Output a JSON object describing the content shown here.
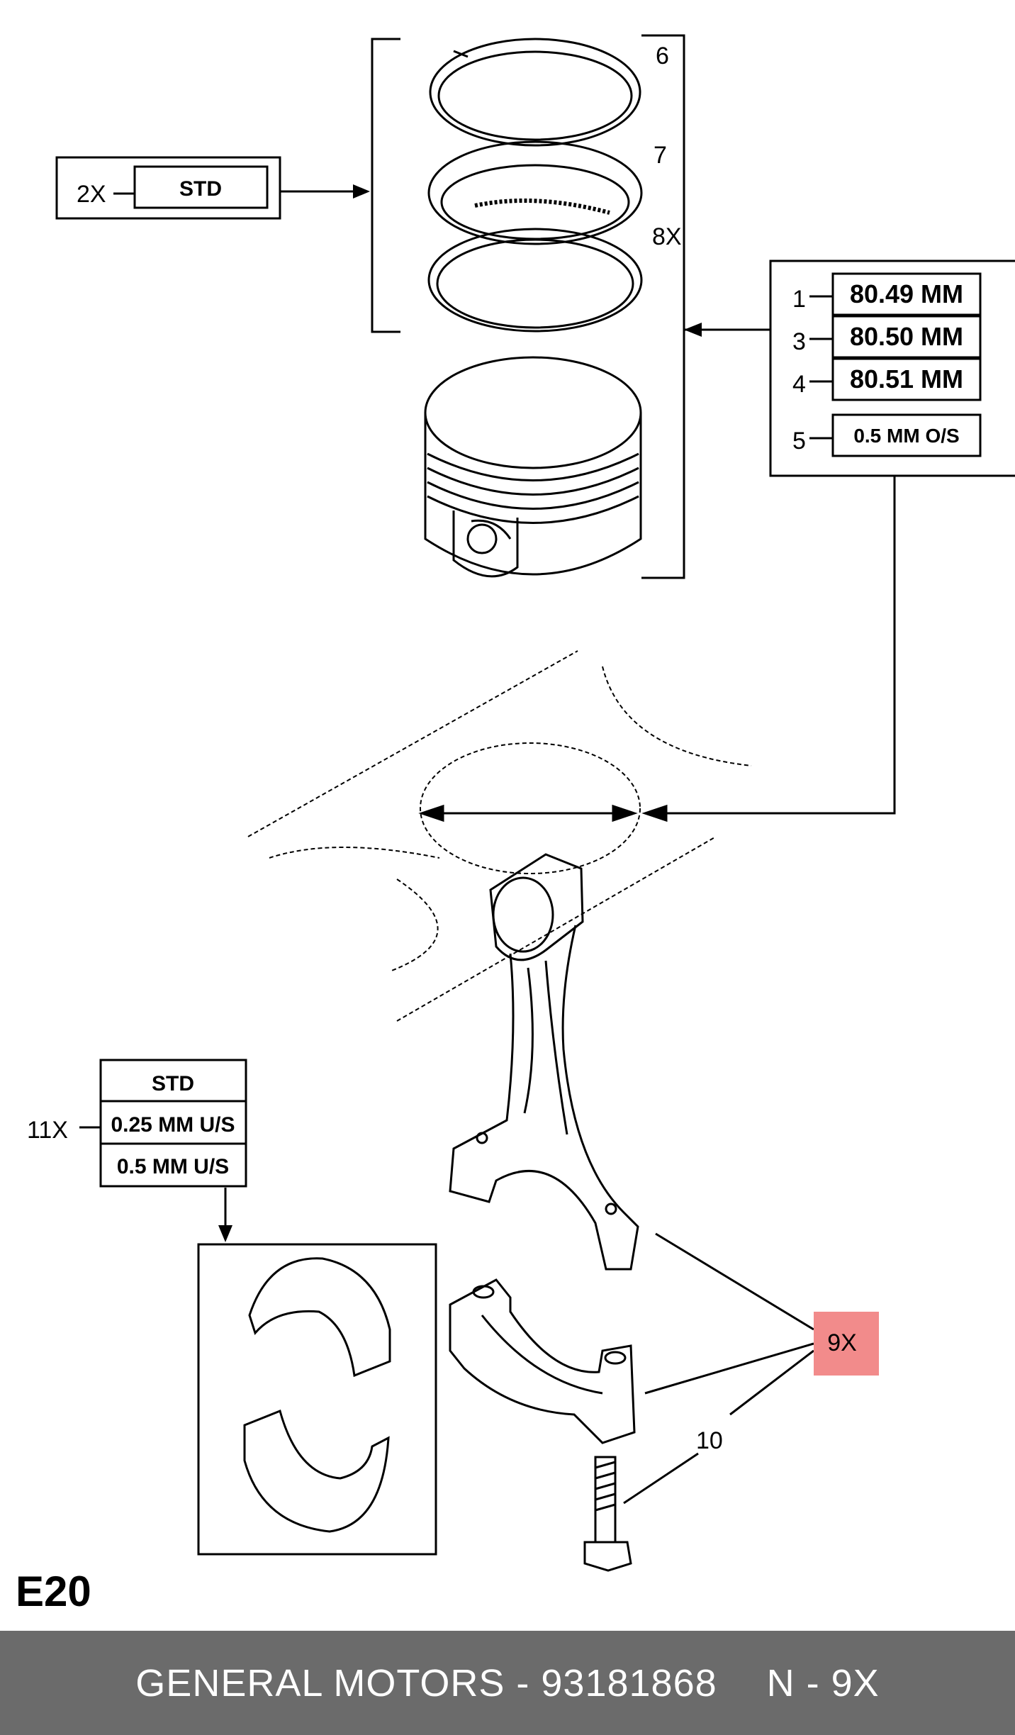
{
  "callouts": {
    "ring_qty": "2X",
    "ring_std": "STD",
    "label_6": "6",
    "label_7": "7",
    "label_8x": "8X",
    "bore_sizes": [
      {
        "num": "1",
        "value": "80.49 MM"
      },
      {
        "num": "3",
        "value": "80.50 MM"
      },
      {
        "num": "4",
        "value": "80.51 MM"
      },
      {
        "num": "5",
        "value": "0.5 MM O/S"
      }
    ],
    "bearing_qty": "11X",
    "bearing_sizes": [
      "STD",
      "0.25 MM U/S",
      "0.5 MM U/S"
    ],
    "highlight_9x": "9X",
    "label_10": "10"
  },
  "figure_code": "E20",
  "footer": {
    "text": "GENERAL MOTORS - 93181868",
    "suffix": "N - 9X"
  },
  "colors": {
    "highlight": "#f28b8b",
    "footer_bg": "#6b6b6b"
  }
}
